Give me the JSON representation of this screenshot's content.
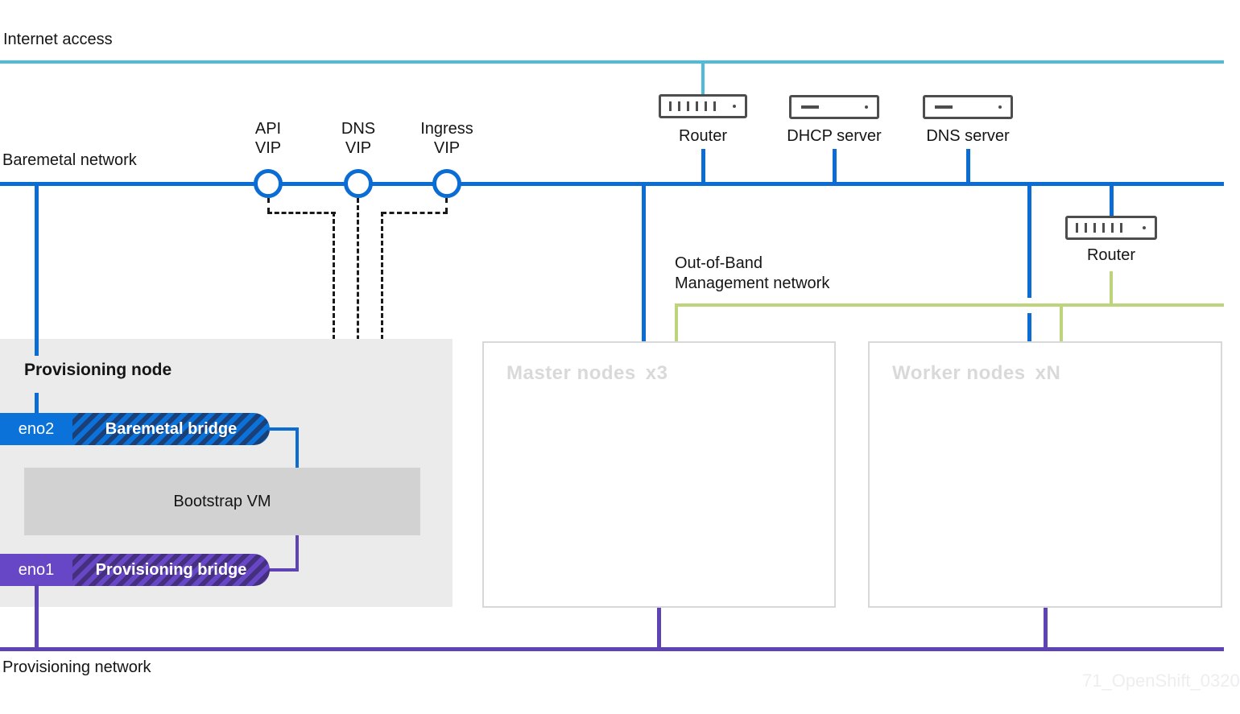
{
  "diagram": {
    "networks": {
      "internet": {
        "label": "Internet access",
        "color": "#4fbada"
      },
      "baremetal": {
        "label": "Baremetal network",
        "color": "#0b6dd4"
      },
      "out_of_band": {
        "label_line1": "Out-of-Band",
        "label_line2": "Management network",
        "color": "#bed47c"
      },
      "provisioning": {
        "label": "Provisioning network",
        "color": "#5e43b5"
      }
    },
    "vips": [
      {
        "name": "API VIP",
        "line1": "API",
        "line2": "VIP"
      },
      {
        "name": "DNS VIP",
        "line1": "DNS",
        "line2": "VIP"
      },
      {
        "name": "Ingress VIP",
        "line1": "Ingress",
        "line2": "VIP"
      }
    ],
    "devices": {
      "router_top": {
        "label": "Router"
      },
      "dhcp_server": {
        "label": "DHCP server"
      },
      "dns_server": {
        "label": "DNS server"
      },
      "router_oob": {
        "label": "Router"
      }
    },
    "provisioning_node": {
      "title": "Provisioning node",
      "bootstrap_vm": "Bootstrap VM",
      "nic_baremetal": {
        "name": "eno2",
        "bridge": "Baremetal bridge"
      },
      "nic_provisioning": {
        "name": "eno1",
        "bridge": "Provisioning bridge"
      }
    },
    "node_groups": {
      "master": {
        "label": "Master nodes",
        "count": "x3"
      },
      "worker": {
        "label": "Worker nodes",
        "count": "xN"
      }
    },
    "colors": {
      "eno2_solid": "#0b72d9",
      "eno2_hatch": "#1b3f77",
      "eno1_solid": "#6847c6",
      "eno1_hatch": "#44307e",
      "provisioning_node_fill": "#ebebeb",
      "bootstrap_fill": "#d2d2d2",
      "node_label_muted": "#d9d9d9",
      "dashed_connector": "#1a1a1a",
      "device_outline": "#4d4d4d"
    },
    "watermark": "71_OpenShift_0320"
  }
}
